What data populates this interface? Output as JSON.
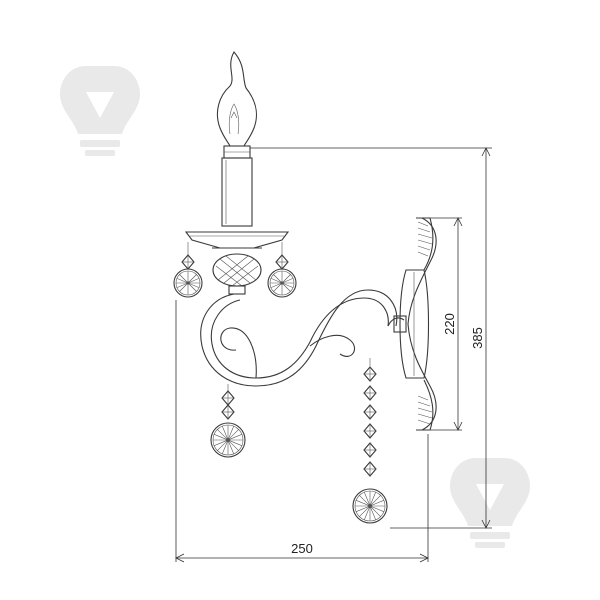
{
  "dimensions": {
    "width": "250",
    "plate_height": "220",
    "total_height": "385"
  },
  "icons": {
    "watermark": "bulb-logo-icon"
  },
  "colors": {
    "line": "#3a3a3a",
    "watermark": "#e6e6e6"
  }
}
